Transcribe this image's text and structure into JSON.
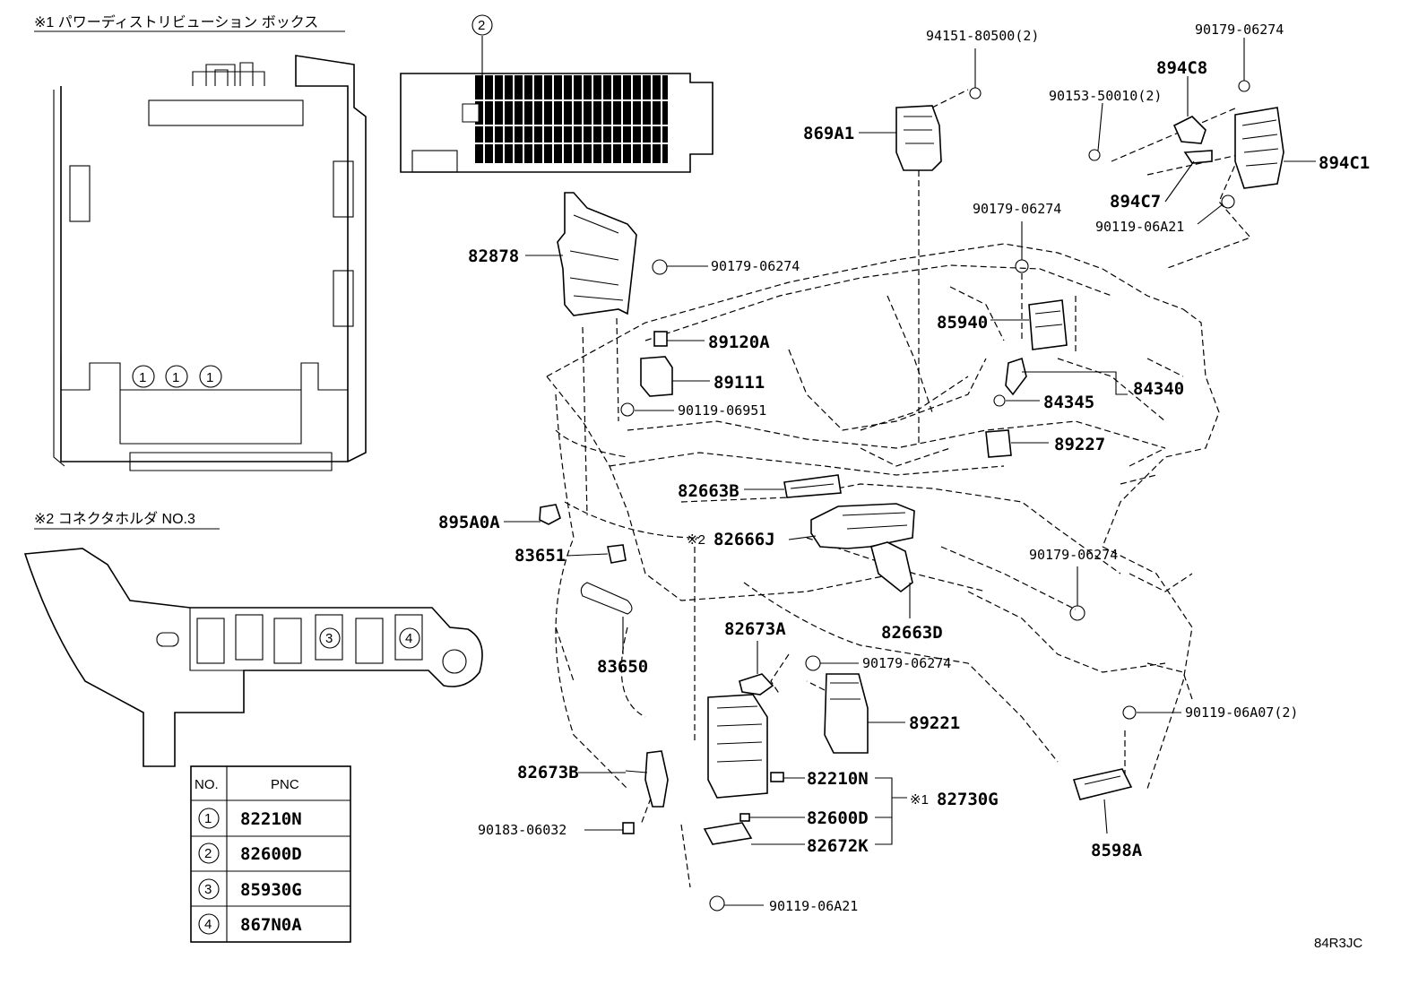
{
  "inset1": {
    "title": "※1 パワーディストリビューション ボックス",
    "circle_mark": "1",
    "circle_mark2": "2"
  },
  "inset2": {
    "title": "※2 コネクタホルダ NO.3",
    "mark3": "3",
    "mark4": "4"
  },
  "table": {
    "header_no": "NO.",
    "header_pnc": "PNC",
    "rows": [
      {
        "no": "1",
        "pnc": "82210N"
      },
      {
        "no": "2",
        "pnc": "82600D"
      },
      {
        "no": "3",
        "pnc": "85930G"
      },
      {
        "no": "4",
        "pnc": "867N0A"
      }
    ]
  },
  "labels": {
    "p94151": "94151-80500(2)",
    "p90179_a": "90179-06274",
    "p894C8": "894C8",
    "p90153": "90153-50010(2)",
    "p869A1": "869A1",
    "p894C1": "894C1",
    "p894C7": "894C7",
    "p90119_a": "90119-06A21",
    "p90179_b": "90179-06274",
    "p82878": "82878",
    "p90179_c": "90179-06274",
    "p85940": "85940",
    "p89120A": "89120A",
    "p89111": "89111",
    "p84340": "84340",
    "p84345": "84345",
    "p90119_b": "90119-06951",
    "p89227": "89227",
    "p82663B": "82663B",
    "p895A0A": "895A0A",
    "note2": "※2",
    "p82666J": "82666J",
    "p83651": "83651",
    "p90179_d": "90179-06274",
    "p82663D": "82663D",
    "p83650": "83650",
    "p82673A": "82673A",
    "p90179_e": "90179-06274",
    "p90119_c": "90119-06A07(2)",
    "p89221": "89221",
    "p82673B": "82673B",
    "p82210N": "82210N",
    "note1": "※1",
    "p82730G": "82730G",
    "p90183": "90183-06032",
    "p82600D": "82600D",
    "p82672K": "82672K",
    "p8598A": "8598A",
    "p90119_d": "90119-06A21",
    "code": "84R3JC"
  }
}
